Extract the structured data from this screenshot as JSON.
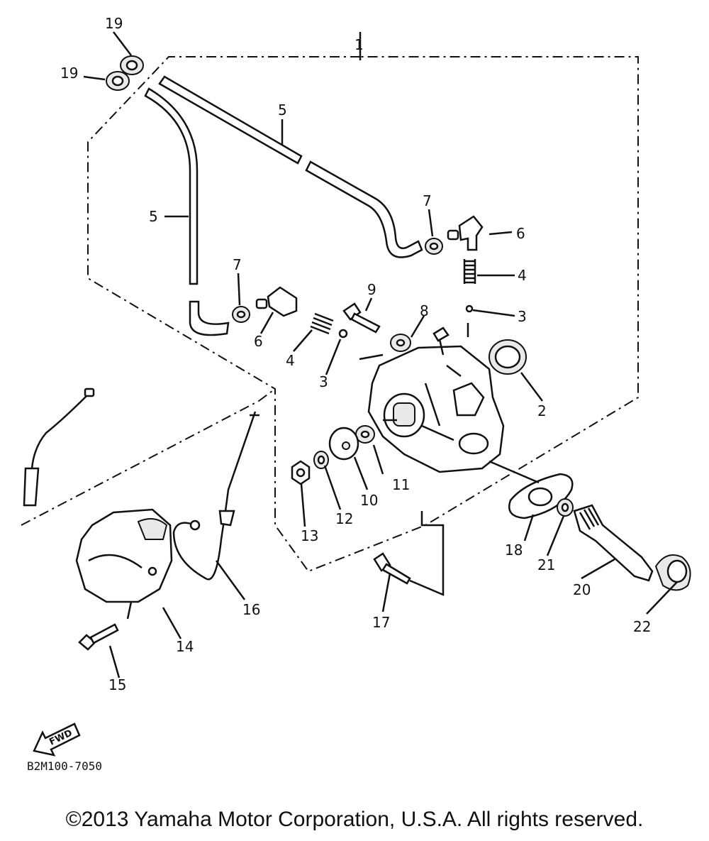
{
  "labels": {
    "p1": "1",
    "p2": "2",
    "p3a": "3",
    "p3b": "3",
    "p4a": "4",
    "p4b": "4",
    "p5a": "5",
    "p5b": "5",
    "p6a": "6",
    "p6b": "6",
    "p7a": "7",
    "p7b": "7",
    "p8": "8",
    "p9": "9",
    "p10": "10",
    "p11": "11",
    "p12": "12",
    "p13": "13",
    "p14": "14",
    "p15": "15",
    "p16": "16",
    "p17": "17",
    "p18": "18",
    "p19a": "19",
    "p19b": "19",
    "p20": "20",
    "p21": "21",
    "p22": "22"
  },
  "fwd_arrow": {
    "text": "FWD"
  },
  "diagram_code": "B2M100-7050",
  "copyright": "©2013 Yamaha Motor Corporation, U.S.A. All rights reserved."
}
